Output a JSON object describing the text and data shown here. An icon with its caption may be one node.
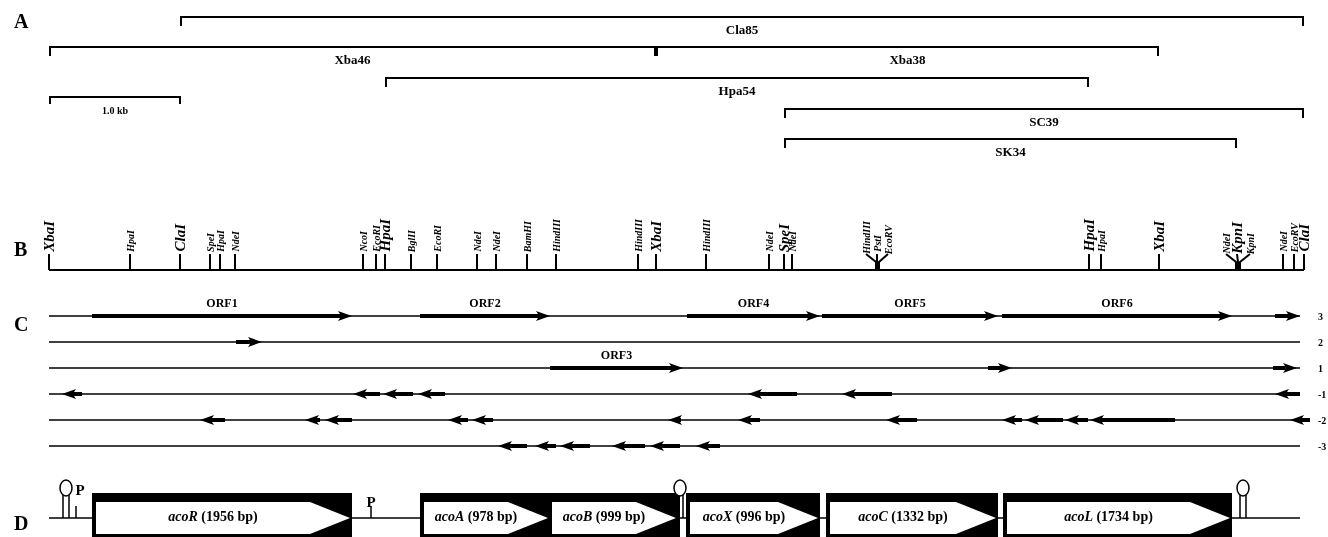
{
  "diagram": {
    "nodes": [
      {
        "text": [
          "Cla85"
        ]
      },
      {
        "text": [
          "Xba46"
        ]
      },
      {
        "text": [
          "Xba38"
        ]
      },
      {
        "text": [
          "Hpa54"
        ]
      },
      {
        "text": [
          "SC39"
        ]
      },
      {
        "text": [
          "SK34"
        ]
      },
      {
        "text": [
          "ORF1"
        ]
      },
      {
        "text": [
          "ORF2"
        ]
      },
      {
        "text": [
          "ORF4"
        ]
      },
      {
        "text": [
          "ORF5"
        ]
      },
      {
        "text": [
          "ORF6"
        ]
      },
      {
        "text": [
          "ORF3"
        ]
      },
      {
        "text": [
          "*acoR* (1956 bp)"
        ]
      },
      {
        "text": [
          "*acoA* (978 bp)"
        ]
      },
      {
        "text": [
          "*acoB* (999 bp)"
        ]
      },
      {
        "text": [
          "*acoX* (996 bp)"
        ]
      },
      {
        "text": [
          "*acoC* (1332 bp)"
        ]
      },
      {
        "text": [
          "*acoL* (1734 bp)"
        ]
      }
    ],
    "labels": [
      "A",
      "1.0 kb",
      "B",
      "XbaI",
      "HpaI",
      "ClaI",
      "SpeI",
      "HpaI",
      "NdeI",
      "NcoI",
      "EcoRI",
      "HpaI",
      "BglII",
      "EcoRI",
      "NdeI",
      "NdeI",
      "BamHI",
      "HindIII",
      "HindIII",
      "XbaI",
      "HindIII",
      "NdeI",
      "SpeI",
      "NdeI",
      "HindIII",
      "PstI",
      "EcoRV",
      "HpaI",
      "HpaI",
      "XbaI",
      "NdeI",
      "KpnI",
      "KpnI",
      "NdeI",
      "EcoRV",
      "ClaI",
      "C",
      "3",
      "2",
      "1",
      "-1",
      "-2",
      "-3",
      "D",
      "P",
      "P"
    ]
  }
}
